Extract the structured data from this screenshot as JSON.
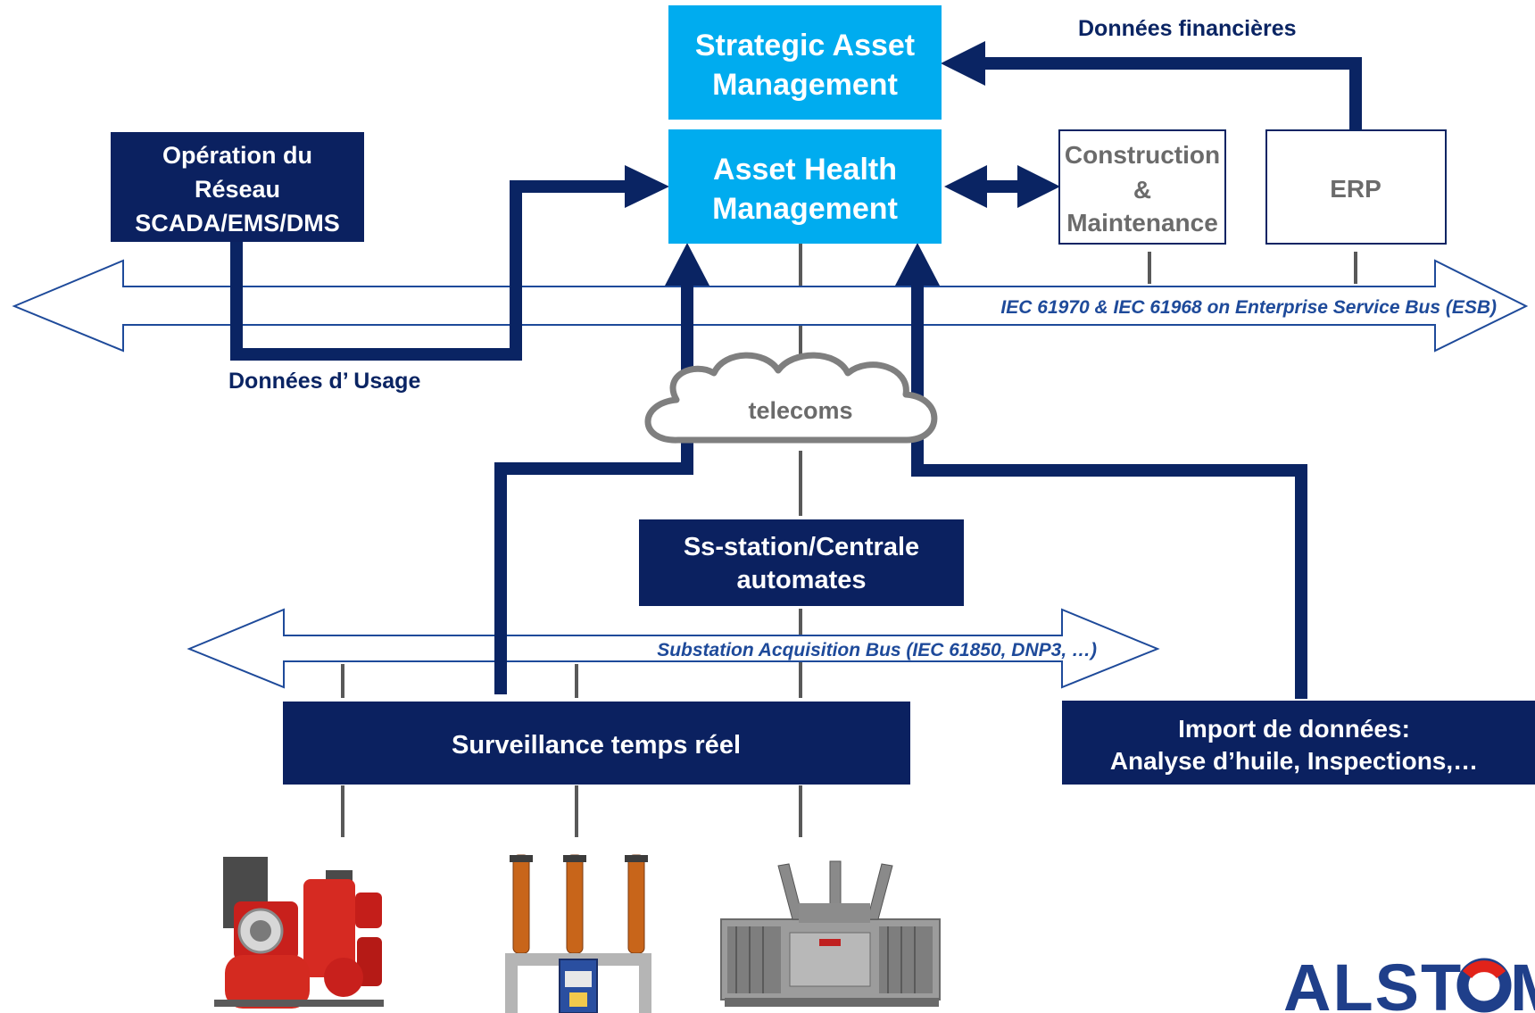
{
  "colors": {
    "navy": "#0A2463",
    "dark_box": "#0B2160",
    "light_blue": "#00ACEF",
    "gray_text": "#6B6B6B",
    "gray_line": "#595959",
    "bus_blue": "#1E4A9A",
    "alstom_blue": "#1F3F8A",
    "alstom_red": "#E2231A"
  },
  "boxes": {
    "strategic": {
      "line1": "Strategic Asset",
      "line2": "Management"
    },
    "health": {
      "line1": "Asset Health",
      "line2": "Management"
    },
    "operation": {
      "line1": "Opération du",
      "line2": "Réseau",
      "line3": "SCADA/EMS/DMS"
    },
    "construction": {
      "line1": "Construction",
      "line2": "&",
      "line3": "Maintenance"
    },
    "erp": {
      "label": "ERP"
    },
    "substation": {
      "line1": "Ss-station/Centrale",
      "line2": "automates"
    },
    "surveillance": {
      "label": "Surveillance temps réel"
    },
    "import": {
      "line1": "Import de données:",
      "line2": "Analyse d’huile, Inspections,…"
    }
  },
  "labels": {
    "financial": "Données financières",
    "usage": "Données d’ Usage",
    "telecoms": "telecoms",
    "esb": "IEC 61970 & IEC 61968 on Enterprise Service Bus (ESB)",
    "sab": "Substation Acquisition Bus  (IEC 61850, DNP3, …)"
  },
  "equipment": {
    "item1": "gas-insulated-switchgear",
    "item2": "circuit-breaker",
    "item3": "power-transformer"
  },
  "logo": {
    "text": "ALSTOM"
  }
}
